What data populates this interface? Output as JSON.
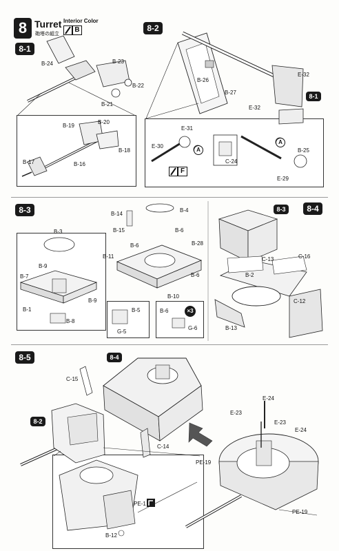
{
  "header": {
    "step_number": "8",
    "title": "Turret",
    "title_jp": "砲塔の組立",
    "interior_label": "Interior Color",
    "color_code": "B"
  },
  "steps": {
    "s8_1": "8-1",
    "s8_2": "8-2",
    "s8_3": "8-3",
    "s8_4": "8-4",
    "s8_5": "8-5"
  },
  "ref_badges": {
    "r8_1": "8-1",
    "r8_3": "8-3",
    "r8_4_a": "8-4",
    "r8_2": "8-2"
  },
  "labels": {
    "b24": "B-24",
    "b23": "B-23",
    "b22": "B-22",
    "b21": "B-21",
    "b19": "B-19",
    "b20": "B-20",
    "b18": "B-18",
    "b17": "B-17",
    "b16": "B-16",
    "b26": "B-26",
    "b27": "B-27",
    "e32a": "E-32",
    "e32b": "E-32",
    "e31": "E-31",
    "e30": "E-30",
    "c24": "C-24",
    "b25": "B-25",
    "e29": "E-29",
    "circle_a1": "A",
    "circle_a2": "A",
    "f_code": "F",
    "b14": "B-14",
    "b15": "B-15",
    "b4": "B-4",
    "b6a": "B-6",
    "b6b": "B-6",
    "b28": "B-28",
    "b11": "B-11",
    "b6c": "B-6",
    "b10": "B-10",
    "b5": "B-5",
    "g5": "G-5",
    "b6d": "B-6",
    "g6": "G-6",
    "x3": "×3",
    "b3": "B-3",
    "b9a": "B-9",
    "b7": "B-7",
    "b9b": "B-9",
    "b1": "B-1",
    "b8": "B-8",
    "c13": "C-13",
    "c16": "C-16",
    "b2": "B-2",
    "c12": "C-12",
    "b13": "B-13",
    "c15": "C-15",
    "c14": "C-14",
    "e24a": "E-24",
    "e23a": "E-23",
    "e23b": "E-23",
    "e24b": "E-24",
    "pe19a": "PE-19",
    "pe19b": "PE-19",
    "pe1": "PE-1",
    "b12": "B-12"
  },
  "colors": {
    "badge": "#1a1a1a",
    "line": "#222222",
    "part_fill": "#e6e6e6"
  }
}
